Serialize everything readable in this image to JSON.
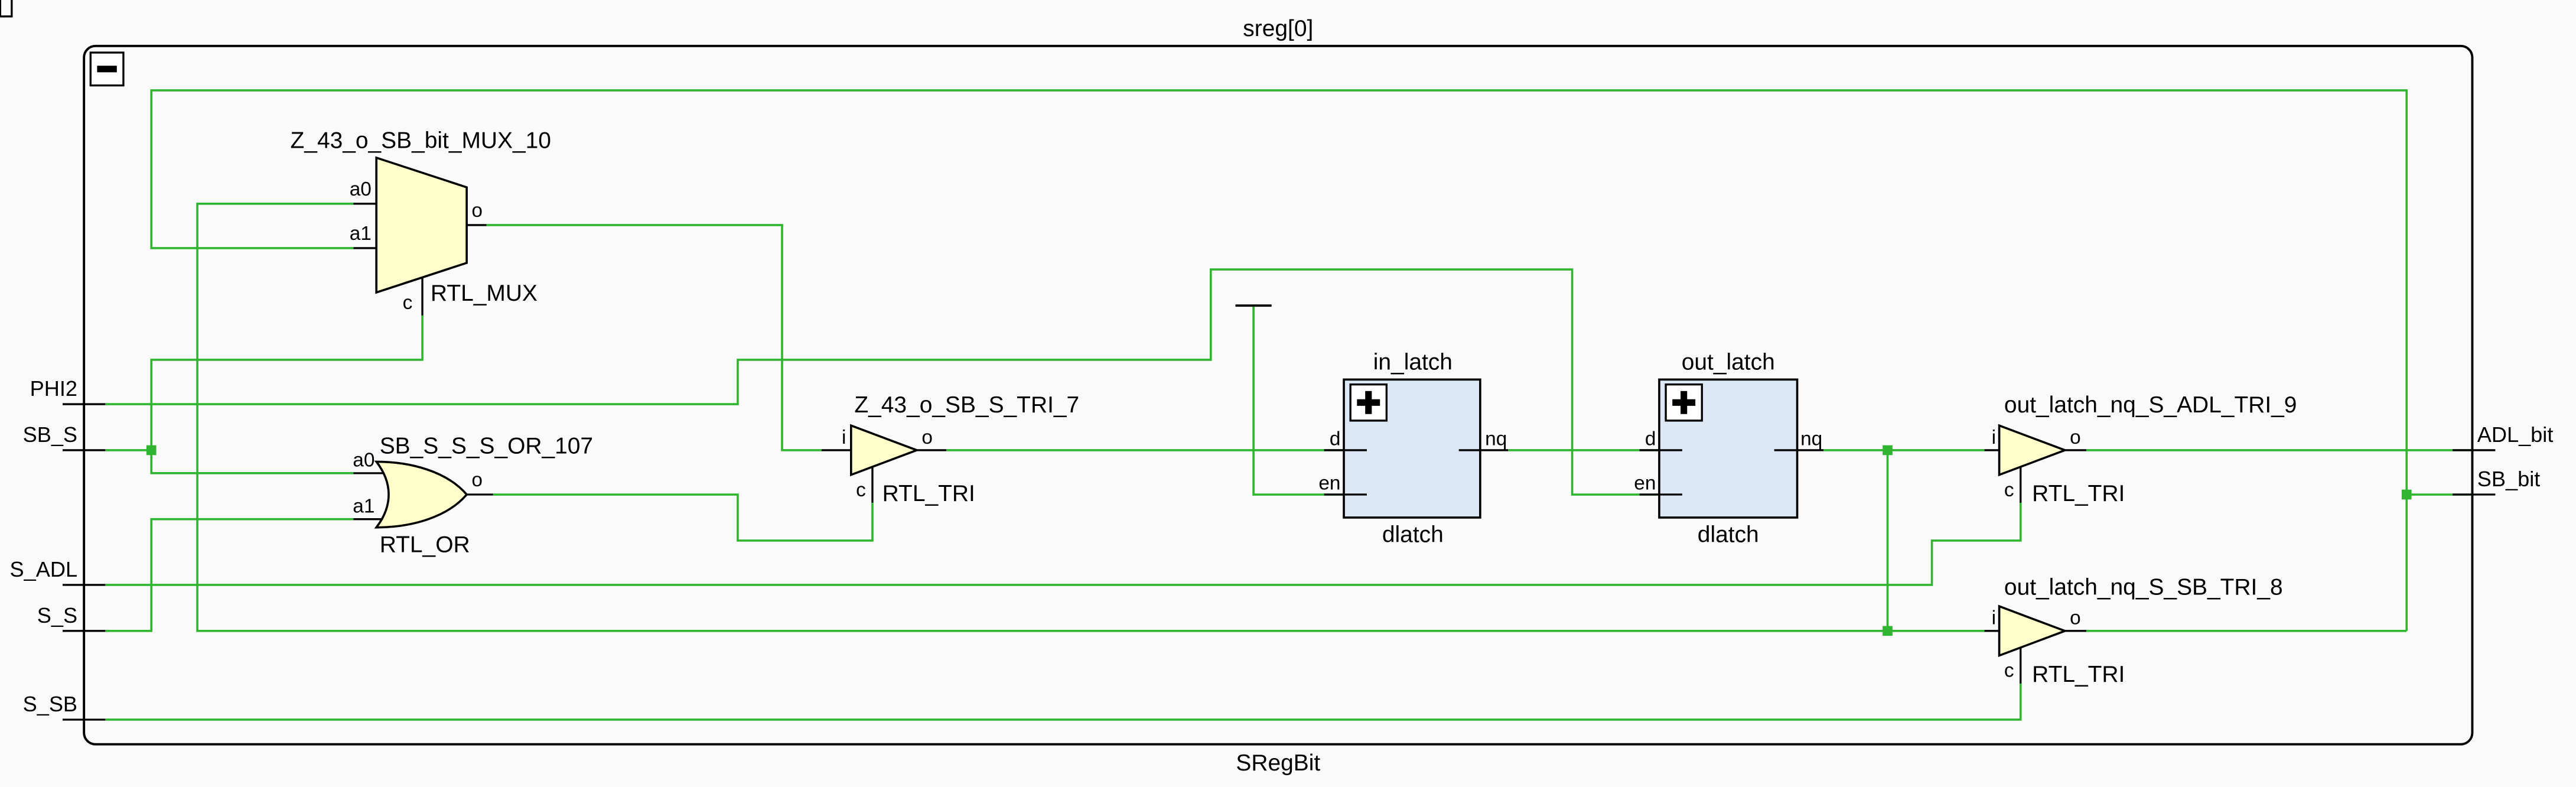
{
  "colors": {
    "background": "#fafafa",
    "wire": "#2fb52f",
    "cell_fill": "#ffffcc",
    "latch_fill": "#dce8f6",
    "outline": "#000000"
  },
  "module": {
    "instance_name": "sreg[0]",
    "type_name": "SRegBit",
    "collapse_icon": "minus-box-icon"
  },
  "ports": {
    "inputs": [
      "PHI2",
      "SB_S",
      "S_ADL",
      "S_S",
      "S_SB"
    ],
    "outputs": [
      "ADL_bit",
      "SB_bit"
    ]
  },
  "cells": {
    "mux": {
      "name": "Z_43_o_SB_bit_MUX_10",
      "type": "RTL_MUX",
      "pins": {
        "a0": "a0",
        "a1": "a1",
        "c": "c",
        "o": "o"
      }
    },
    "or": {
      "name": "SB_S_S_S_OR_107",
      "type": "RTL_OR",
      "pins": {
        "a0": "a0",
        "a1": "a1",
        "o": "o"
      }
    },
    "tri_sb_s": {
      "name": "Z_43_o_SB_S_TRI_7",
      "type": "RTL_TRI",
      "pins": {
        "i": "i",
        "c": "c",
        "o": "o"
      }
    },
    "in_latch": {
      "name": "in_latch",
      "type": "dlatch",
      "expand_icon": "plus-box-icon",
      "pins": {
        "d": "d",
        "en": "en",
        "nq": "nq"
      }
    },
    "out_latch": {
      "name": "out_latch",
      "type": "dlatch",
      "expand_icon": "plus-box-icon",
      "pins": {
        "d": "d",
        "en": "en",
        "nq": "nq"
      }
    },
    "tri_adl": {
      "name": "out_latch_nq_S_ADL_TRI_9",
      "type": "RTL_TRI",
      "pins": {
        "i": "i",
        "c": "c",
        "o": "o"
      }
    },
    "tri_sb": {
      "name": "out_latch_nq_S_SB_TRI_8",
      "type": "RTL_TRI",
      "pins": {
        "i": "i",
        "c": "c",
        "o": "o"
      }
    }
  }
}
